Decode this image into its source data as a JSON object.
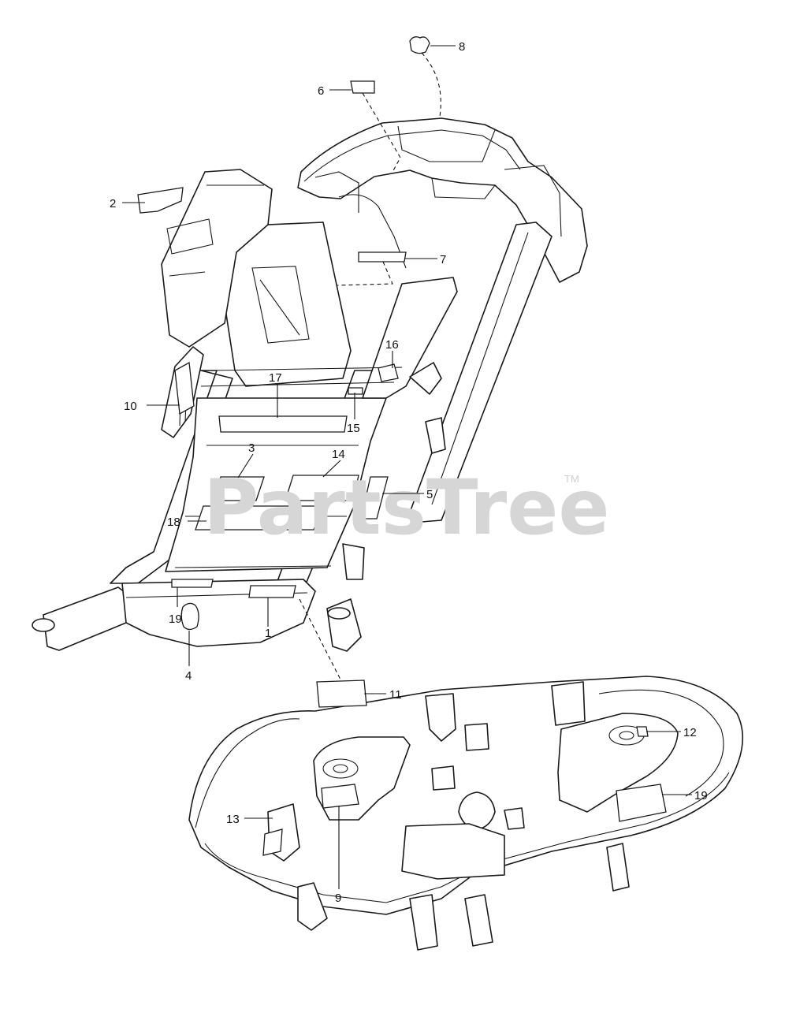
{
  "watermark": {
    "text": "PartsTree",
    "mark": "TM"
  },
  "callouts": {
    "c1": "1",
    "c2": "2",
    "c3": "3",
    "c4": "4",
    "c5": "5",
    "c6": "6",
    "c7": "7",
    "c8": "8",
    "c9": "9",
    "c10": "10",
    "c11": "11",
    "c12": "12",
    "c13": "13",
    "c14": "14",
    "c15": "15",
    "c16": "16",
    "c17": "17",
    "c18": "18",
    "c19a": "19",
    "c19b": "19"
  }
}
